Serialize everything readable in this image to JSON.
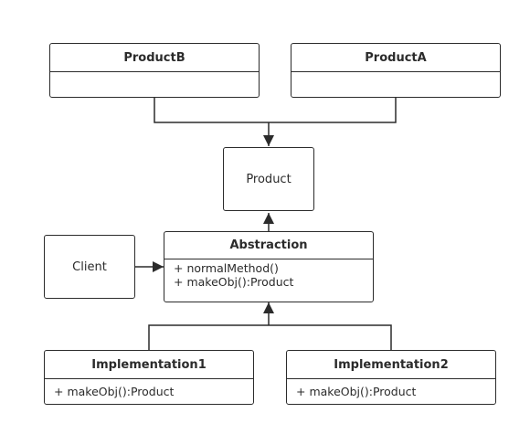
{
  "diagram": {
    "productB": {
      "title": "ProductB",
      "members": []
    },
    "productA": {
      "title": "ProductA",
      "members": []
    },
    "product": {
      "label": "Product"
    },
    "client": {
      "label": "Client"
    },
    "abstraction": {
      "title": "Abstraction",
      "members": [
        "+ normalMethod()",
        "+ makeObj():Product"
      ]
    },
    "implementation1": {
      "title": "Implementation1",
      "members": [
        "+ makeObj():Product"
      ]
    },
    "implementation2": {
      "title": "Implementation2",
      "members": [
        "+ makeObj():Product"
      ]
    }
  },
  "colors": {
    "stroke": "#2b2b2b",
    "background": "#ffffff"
  }
}
